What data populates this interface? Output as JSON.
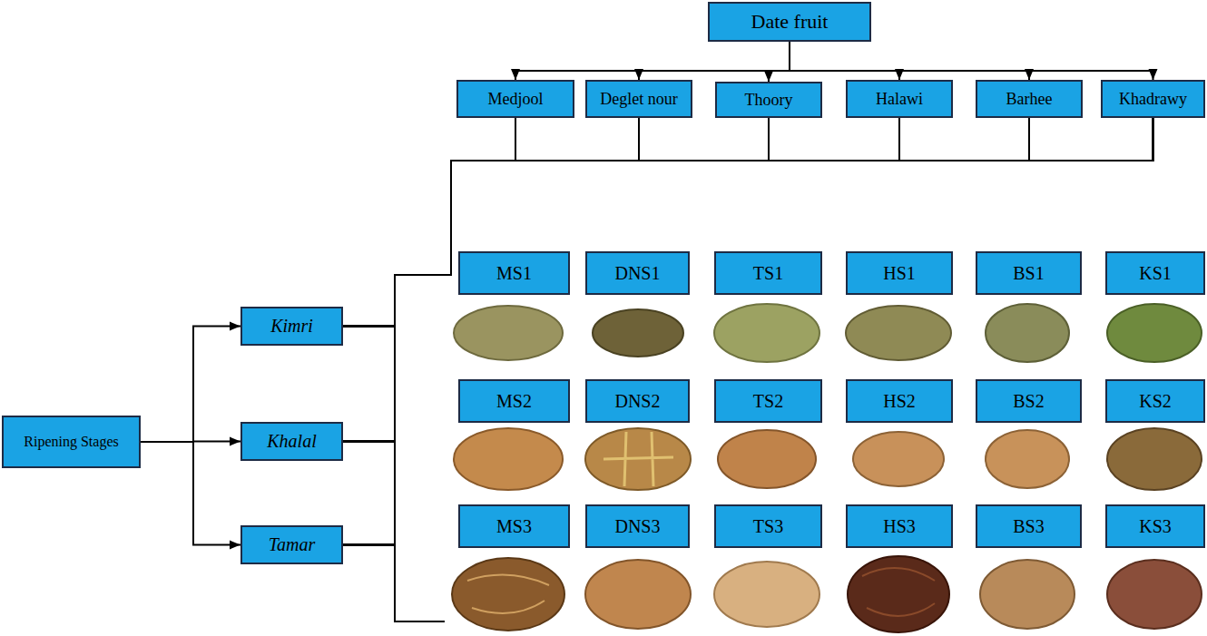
{
  "diagram": {
    "nodes": [
      {
        "text": [
          "Date fruit"
        ]
      },
      {
        "text": [
          "Medjool"
        ]
      },
      {
        "text": [
          "Deglet nour"
        ]
      },
      {
        "text": [
          "Thoory"
        ]
      },
      {
        "text": [
          "Halawi"
        ]
      },
      {
        "text": [
          "Barhee"
        ]
      },
      {
        "text": [
          "Khadrawy"
        ]
      },
      {
        "text": [
          "Ripening Stages"
        ]
      },
      {
        "text": [
          "Kimri"
        ]
      },
      {
        "text": [
          "Khalal"
        ]
      },
      {
        "text": [
          "Tamar"
        ]
      },
      {
        "text": [
          "MS1"
        ]
      },
      {
        "text": [
          "DNS1"
        ]
      },
      {
        "text": [
          "TS1"
        ]
      },
      {
        "text": [
          "HS1"
        ]
      },
      {
        "text": [
          "BS1"
        ]
      },
      {
        "text": [
          "KS1"
        ]
      },
      {
        "text": [
          "MS2"
        ]
      },
      {
        "text": [
          "DNS2"
        ]
      },
      {
        "text": [
          "TS2"
        ]
      },
      {
        "text": [
          "HS2"
        ]
      },
      {
        "text": [
          "BS2"
        ]
      },
      {
        "text": [
          "KS2"
        ]
      },
      {
        "text": [
          "MS3"
        ]
      },
      {
        "text": [
          "DNS3"
        ]
      },
      {
        "text": [
          "TS3"
        ]
      },
      {
        "text": [
          "HS3"
        ]
      },
      {
        "text": [
          "BS3"
        ]
      },
      {
        "text": [
          "KS3"
        ]
      }
    ],
    "edges": [
      {
        "from": 0,
        "to": 1,
        "arrow": "to"
      },
      {
        "from": 0,
        "to": 2,
        "arrow": "to"
      },
      {
        "from": 0,
        "to": 3,
        "arrow": "to"
      },
      {
        "from": 0,
        "to": 4,
        "arrow": "to"
      },
      {
        "from": 0,
        "to": 5,
        "arrow": "to"
      },
      {
        "from": 0,
        "to": 6,
        "arrow": "to"
      },
      {
        "from": 7,
        "to": 8,
        "arrow": "to"
      },
      {
        "from": 7,
        "to": 9,
        "arrow": "to"
      },
      {
        "from": 7,
        "to": 10,
        "arrow": "to"
      },
      {
        "from": 1,
        "to": 8,
        "arrow": "none"
      },
      {
        "from": 1,
        "to": 9,
        "arrow": "none"
      },
      {
        "from": 1,
        "to": 10,
        "arrow": "none"
      },
      {
        "from": 2,
        "to": 8,
        "arrow": "none"
      },
      {
        "from": 2,
        "to": 9,
        "arrow": "none"
      },
      {
        "from": 2,
        "to": 10,
        "arrow": "none"
      },
      {
        "from": 3,
        "to": 8,
        "arrow": "none"
      },
      {
        "from": 3,
        "to": 9,
        "arrow": "none"
      },
      {
        "from": 3,
        "to": 10,
        "arrow": "none"
      },
      {
        "from": 4,
        "to": 8,
        "arrow": "none"
      },
      {
        "from": 4,
        "to": 9,
        "arrow": "none"
      },
      {
        "from": 4,
        "to": 10,
        "arrow": "none"
      },
      {
        "from": 5,
        "to": 8,
        "arrow": "none"
      },
      {
        "from": 5,
        "to": 9,
        "arrow": "none"
      },
      {
        "from": 5,
        "to": 10,
        "arrow": "none"
      },
      {
        "from": 6,
        "to": 8,
        "arrow": "none"
      },
      {
        "from": 6,
        "to": 9,
        "arrow": "none"
      },
      {
        "from": 6,
        "to": 10,
        "arrow": "none"
      }
    ]
  }
}
